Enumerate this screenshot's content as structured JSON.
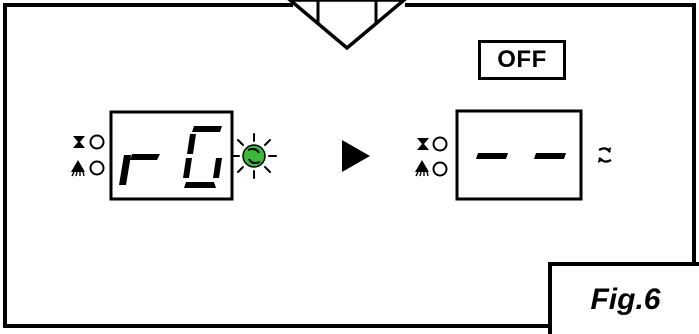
{
  "status_label": "OFF",
  "figure_label": "Fig.6",
  "left_display": {
    "digits": [
      "r",
      "G"
    ],
    "indicator": "fan-icon-blinking",
    "indicator_color": "#3cb83c"
  },
  "right_display": {
    "digits": [
      "-",
      "-"
    ],
    "indicator": "fan-icon"
  },
  "mode_icons": [
    "hourglass-icon",
    "shower-icon"
  ],
  "colors": {
    "line": "#000000",
    "background": "#ffffff",
    "blink_green": "#3cb83c"
  }
}
